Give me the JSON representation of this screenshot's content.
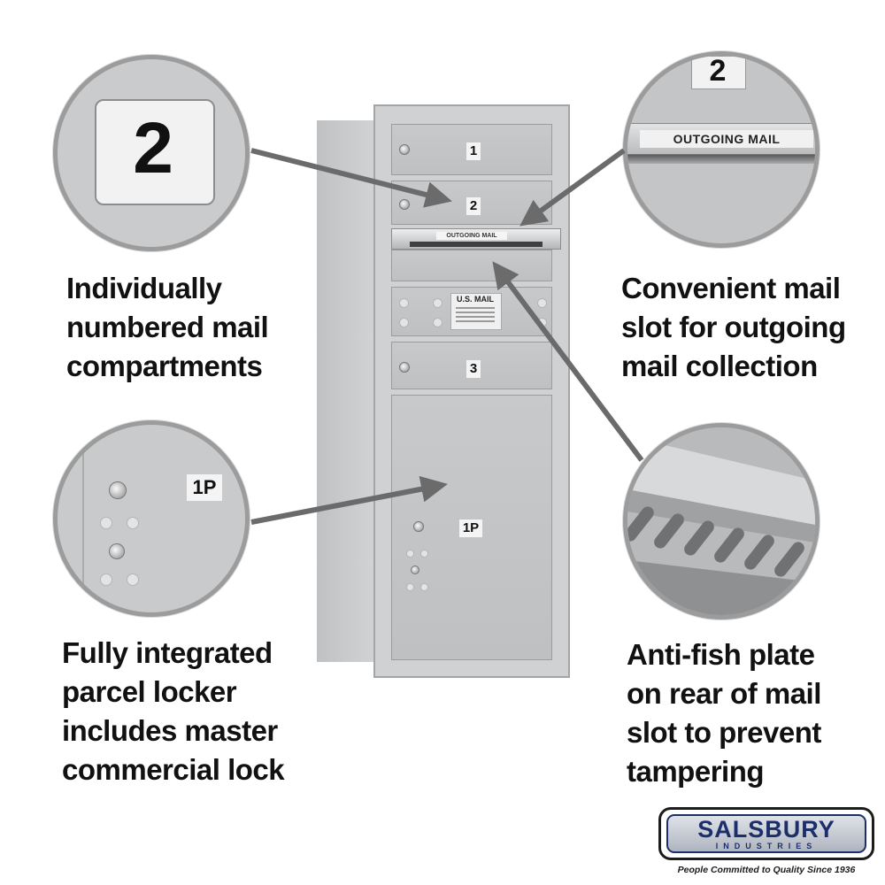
{
  "captions": {
    "top_left": [
      "Individually",
      "numbered mail",
      "compartments"
    ],
    "top_right": [
      "Convenient mail",
      "slot for outgoing",
      "mail collection"
    ],
    "bottom_left": [
      "Fully integrated",
      "parcel locker",
      "includes master",
      "commercial lock"
    ],
    "bottom_right": [
      "Anti-fish plate",
      "on rear of mail",
      "slot to prevent",
      "tampering"
    ]
  },
  "mailbox": {
    "door_numbers": [
      "1",
      "2",
      "3"
    ],
    "parcel_label": "1P",
    "slot_label": "OUTGOING MAIL",
    "usps_label": "U.S. MAIL"
  },
  "zoom": {
    "number_label": "2",
    "slot_label": "OUTGOING MAIL",
    "parcel_label": "1P"
  },
  "brand": {
    "name": "SALSBURY",
    "sub": "INDUSTRIES",
    "tagline": "People Committed to Quality Since 1936"
  },
  "colors": {
    "arrow": "#6b6b6b",
    "aluminum": "#c4c6c8",
    "brand_blue": "#1c2f6b"
  }
}
